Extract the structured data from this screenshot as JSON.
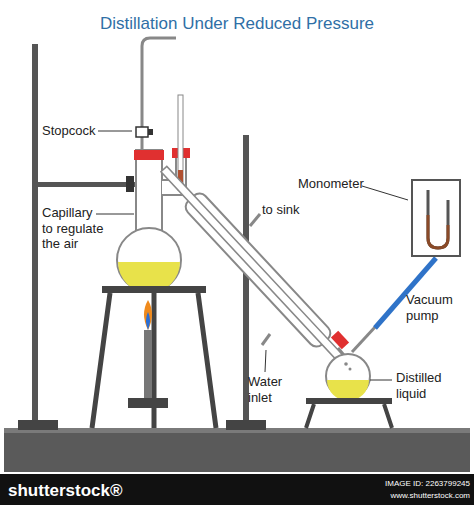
{
  "diagram": {
    "title": "Distillation Under Reduced Pressure",
    "labels": [
      "Stopcock",
      "Capillary to regulate the air",
      "to sink",
      "Monometer",
      "Vacuum pump",
      "Water inlet",
      "Distilled liquid",
      "shutterstock®",
      "IMAGE ID: 2263799245",
      "www.shutterstock.com"
    ]
  }
}
